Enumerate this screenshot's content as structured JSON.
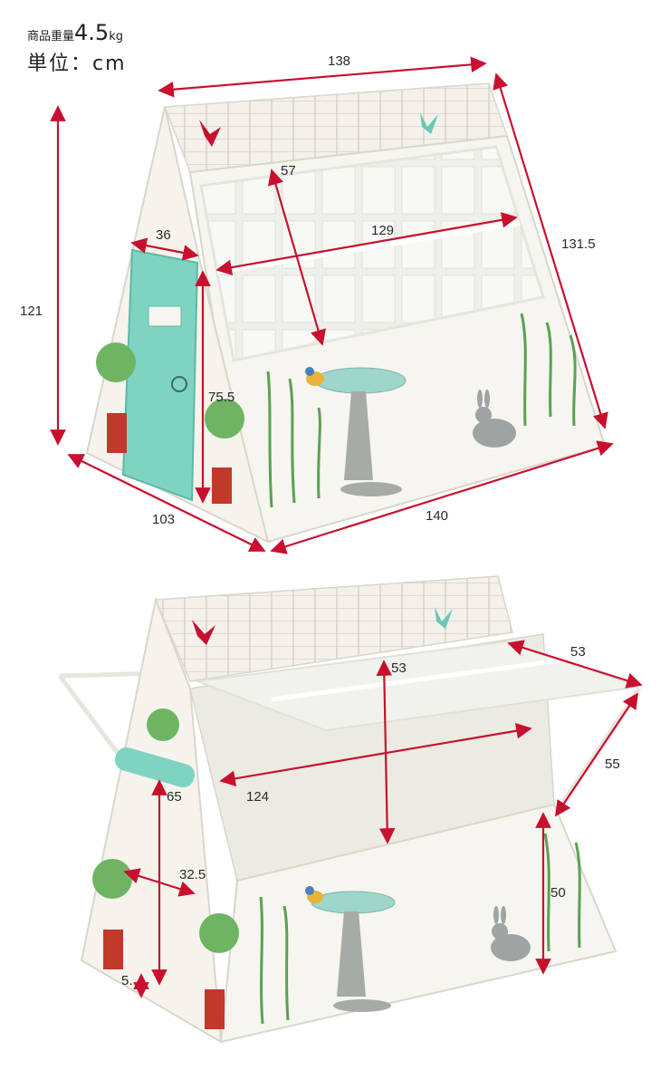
{
  "header": {
    "weight_label": "商品重量",
    "weight_value": "4.5",
    "weight_unit": "kg",
    "unit_text": "単位：cm"
  },
  "dimensions_closed": {
    "top_width": "138",
    "height": "121",
    "roof_slope": "131.5",
    "window_height": "57",
    "window_width": "129",
    "door_width": "36",
    "door_height": "75.5",
    "depth": "103",
    "base_width": "140"
  },
  "dimensions_open": {
    "awning_depth": "53",
    "awning_width": "55",
    "opening_height": "53",
    "opening_width": "124",
    "roll_height": "65",
    "door_width": "32.5",
    "door_sill": "5.",
    "wall_height": "50"
  },
  "colors": {
    "dimension_line": "#c8102e",
    "tent_fabric": "#f5f3ec",
    "tile": "#dcdad2",
    "leaf": "#5aa155",
    "mint": "#7fd3c1",
    "bird_bath": "#9fd6cc",
    "stone": "#a7aba7"
  }
}
